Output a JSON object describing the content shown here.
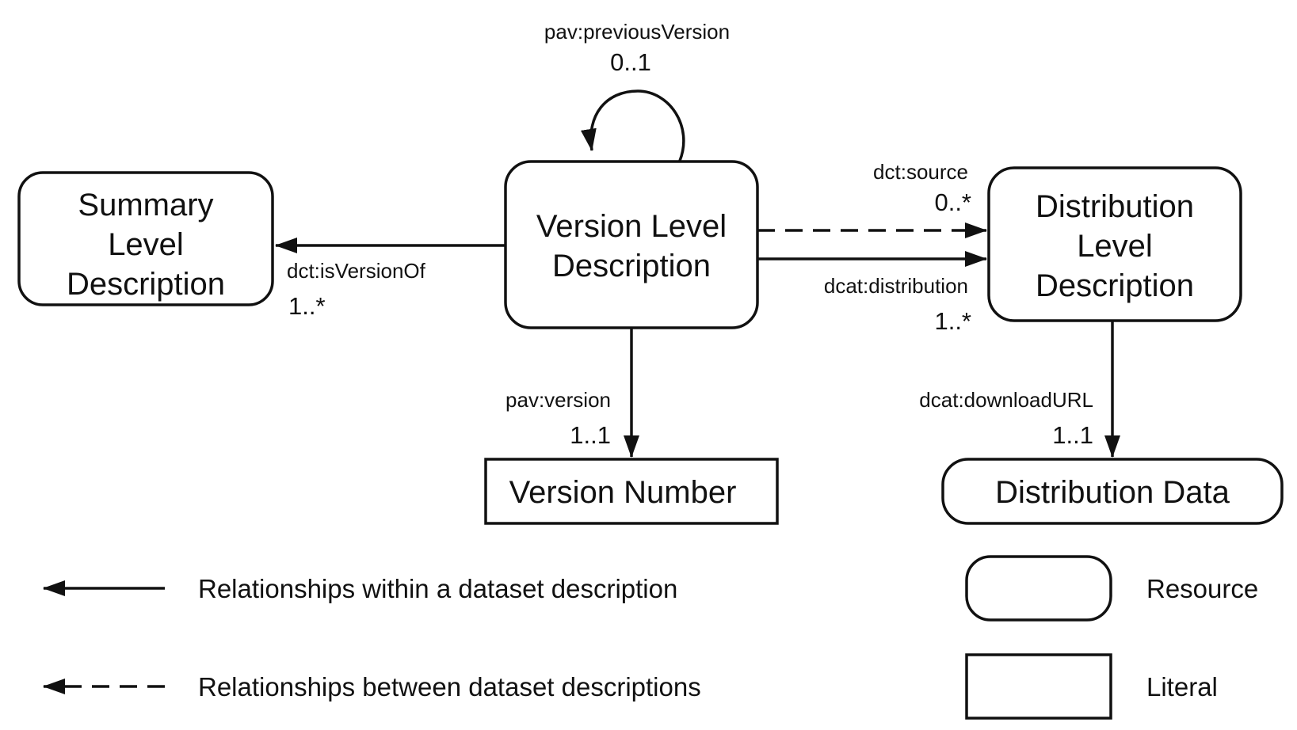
{
  "nodes": {
    "summary": {
      "lines": [
        "Summary",
        "Level",
        "Description"
      ],
      "kind": "resource"
    },
    "version": {
      "lines": [
        "Version Level",
        "Description"
      ],
      "kind": "resource"
    },
    "distribution": {
      "lines": [
        "Distribution",
        "Level",
        "Description"
      ],
      "kind": "resource"
    },
    "version_number": {
      "lines": [
        "Version Number"
      ],
      "kind": "literal"
    },
    "distribution_data": {
      "lines": [
        "Distribution Data"
      ],
      "kind": "resource"
    }
  },
  "edges": {
    "previous_version": {
      "label": "pav:previousVersion",
      "multiplicity": "0..1",
      "style": "solid"
    },
    "is_version_of": {
      "label": "dct:isVersionOf",
      "multiplicity": "1..*",
      "style": "solid"
    },
    "source": {
      "label": "dct:source",
      "multiplicity": "0..*",
      "style": "dashed"
    },
    "distribution": {
      "label": "dcat:distribution",
      "multiplicity": "1..*",
      "style": "solid"
    },
    "version": {
      "label": "pav:version",
      "multiplicity": "1..1",
      "style": "solid"
    },
    "download_url": {
      "label": "dcat:downloadURL",
      "multiplicity": "1..1",
      "style": "solid"
    }
  },
  "legend": {
    "within": "Relationships within a dataset description",
    "between": "Relationships between dataset descriptions",
    "resource": "Resource",
    "literal": "Literal"
  },
  "colors": {
    "stroke": "#111111",
    "background": "#ffffff"
  }
}
